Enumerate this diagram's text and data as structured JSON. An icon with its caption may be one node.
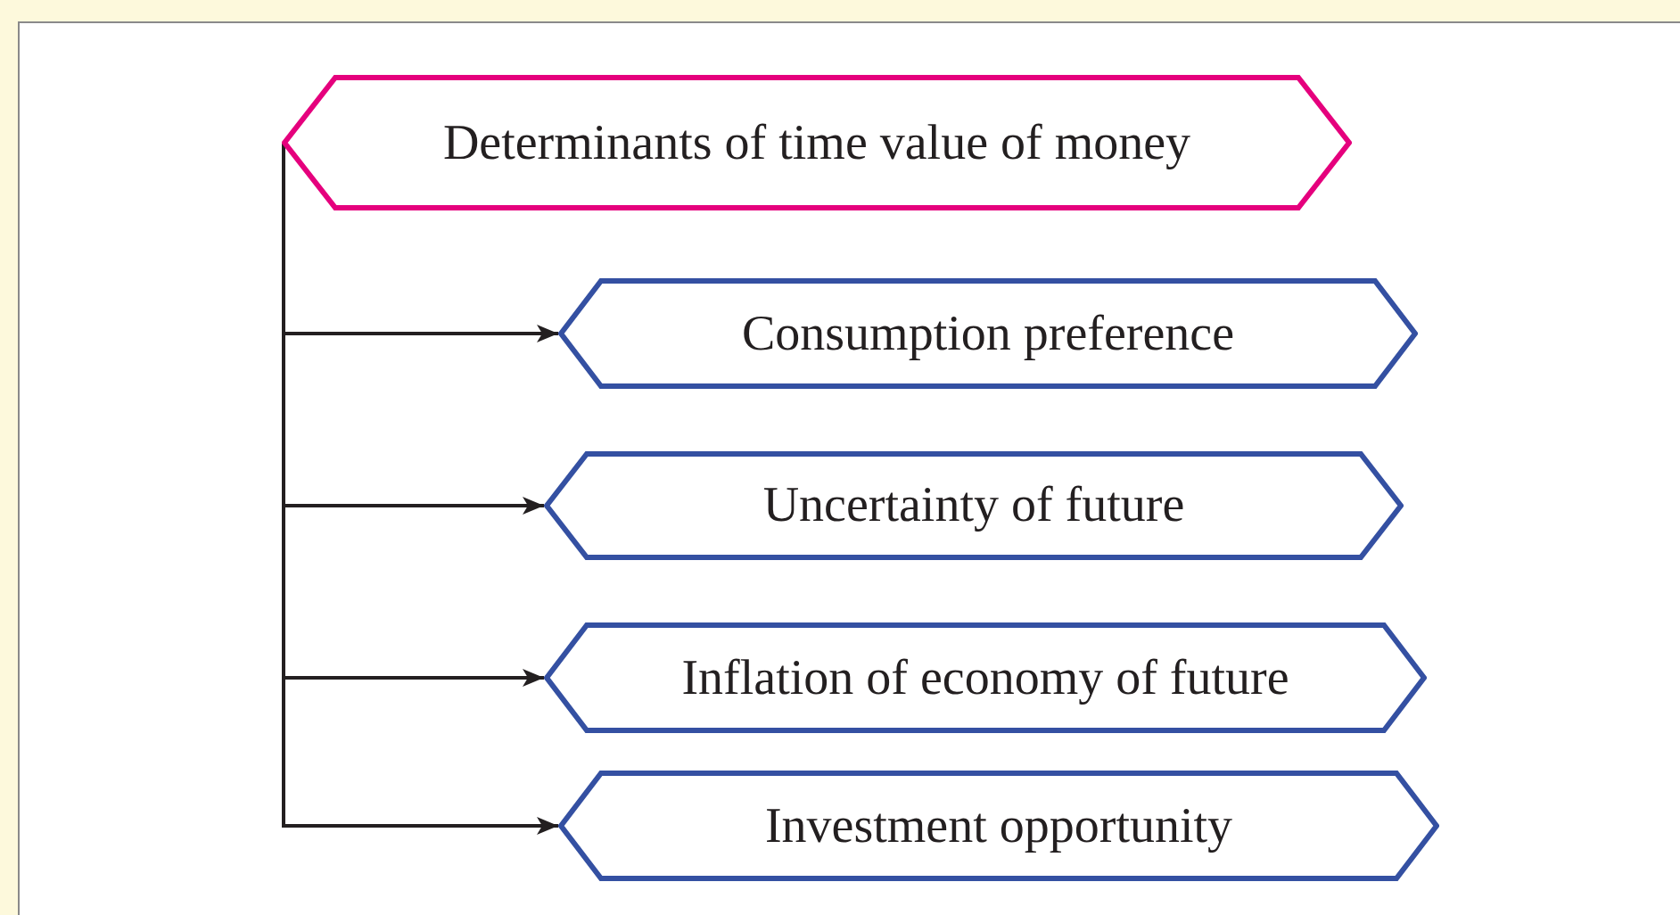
{
  "diagram": {
    "nodes": [
      {
        "text": [
          "Determinants of time value of money"
        ]
      },
      {
        "text": [
          "Consumption preference"
        ]
      },
      {
        "text": [
          "Uncertainty of future"
        ]
      },
      {
        "text": [
          "Inflation of economy of future"
        ]
      },
      {
        "text": [
          "Investment opportunity"
        ]
      }
    ],
    "edges": [
      {
        "from": 0,
        "to": 1,
        "arrow": "to"
      },
      {
        "from": 0,
        "to": 2,
        "arrow": "to"
      },
      {
        "from": 0,
        "to": 3,
        "arrow": "to"
      },
      {
        "from": 0,
        "to": 4,
        "arrow": "to"
      }
    ]
  }
}
